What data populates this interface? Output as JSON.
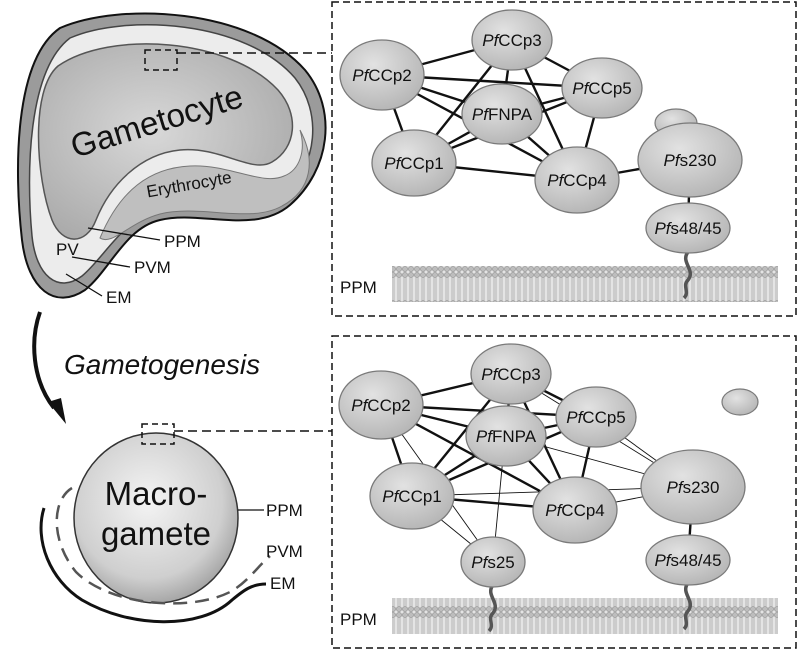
{
  "colors": {
    "node_fill": "#c9c9c9",
    "node_stroke": "#7a7a7a",
    "cell_gray": "#bdbdbd",
    "cell_dark": "#8f8f8f",
    "membrane": "#d6d6d6",
    "line": "#111111"
  },
  "top_left": {
    "cell_label": "Gametocyte",
    "host_label": "Erythrocyte",
    "pv_label": "PV",
    "ppm_label": "PPM",
    "pvm_label": "PVM",
    "em_label": "EM"
  },
  "transition": {
    "label": "Gametogenesis"
  },
  "bottom_left": {
    "cell_label_line1": "Macro-",
    "cell_label_line2": "gamete",
    "ppm_label": "PPM",
    "pvm_label": "PVM",
    "em_label": "EM"
  },
  "top_panel": {
    "membrane_label": "PPM",
    "nodes": {
      "ccp3": {
        "prefix": "Pf",
        "suffix": "CCp3"
      },
      "ccp2": {
        "prefix": "Pf",
        "suffix": "CCp2"
      },
      "ccp5": {
        "prefix": "Pf",
        "suffix": "CCp5"
      },
      "fnpa": {
        "prefix": "Pf",
        "suffix": "FNPA"
      },
      "ccp1": {
        "prefix": "Pf",
        "suffix": "CCp1"
      },
      "ccp4": {
        "prefix": "Pf",
        "suffix": "CCp4"
      },
      "s230": {
        "prefix": "Pf",
        "suffix": "s230"
      },
      "s4845": {
        "prefix": "Pf",
        "suffix": "s48/45"
      }
    }
  },
  "bottom_panel": {
    "membrane_label": "PPM",
    "nodes": {
      "ccp3": {
        "prefix": "Pf",
        "suffix": "CCp3"
      },
      "ccp2": {
        "prefix": "Pf",
        "suffix": "CCp2"
      },
      "ccp5": {
        "prefix": "Pf",
        "suffix": "CCp5"
      },
      "fnpa": {
        "prefix": "Pf",
        "suffix": "FNPA"
      },
      "ccp1": {
        "prefix": "Pf",
        "suffix": "CCp1"
      },
      "ccp4": {
        "prefix": "Pf",
        "suffix": "CCp4"
      },
      "s230": {
        "prefix": "Pf",
        "suffix": "s230"
      },
      "s25": {
        "prefix": "Pf",
        "suffix": "s25"
      },
      "s4845": {
        "prefix": "Pf",
        "suffix": "s48/45"
      }
    }
  }
}
